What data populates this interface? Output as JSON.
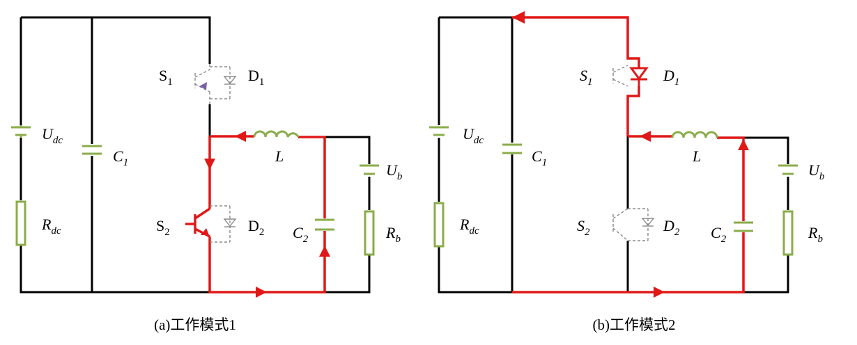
{
  "panels": [
    {
      "caption": "(a)工作模式1",
      "labels": {
        "U": "U",
        "U_sub": "dc",
        "C1": "C",
        "C1_sub": "1",
        "R": "R",
        "R_sub": "dc",
        "S1": "S",
        "S1_sub": "1",
        "D1": "D",
        "D1_sub": "1",
        "L": "L",
        "S2": "S",
        "S2_sub": "2",
        "D2": "D",
        "D2_sub": "2",
        "C2": "C",
        "C2_sub": "2",
        "Ub": "U",
        "Ub_sub": "b",
        "Rb": "R",
        "Rb_sub": "b"
      }
    },
    {
      "caption": "(b)工作模式2",
      "labels": {
        "U": "U",
        "U_sub": "dc",
        "C1": "C",
        "C1_sub": "1",
        "R": "R",
        "R_sub": "dc",
        "S1": "S",
        "S1_sub": "1",
        "D1": "D",
        "D1_sub": "1",
        "L": "L",
        "S2": "S",
        "S2_sub": "2",
        "D2": "D",
        "D2_sub": "2",
        "C2": "C",
        "C2_sub": "2",
        "Ub": "U",
        "Ub_sub": "b",
        "Rb": "R",
        "Rb_sub": "b"
      }
    }
  ],
  "colors": {
    "wire": "#000000",
    "active_path": "#e01818",
    "component": "#8aac4a",
    "inactive_switch": "#8a8a8a",
    "conducting_switch": "#7a5fa8"
  }
}
